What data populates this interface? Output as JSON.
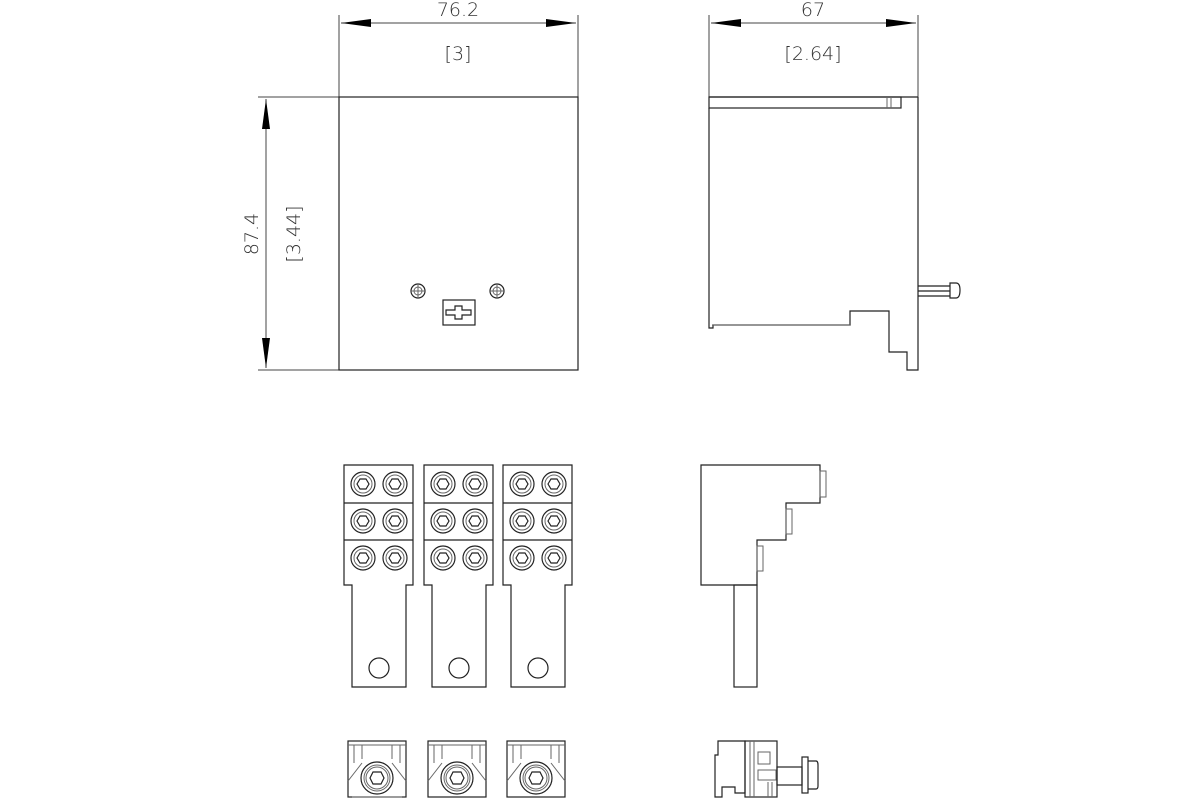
{
  "drawing": {
    "front_view": {
      "width_dim_mm": "76.2",
      "width_dim_in": "[3]",
      "height_dim_mm": "87.4",
      "height_dim_in": "[3.44]"
    },
    "side_view": {
      "depth_dim_mm": "67",
      "depth_dim_in": "[2.64]"
    },
    "lugs": {
      "count": 3,
      "screws_per_lug": 6
    },
    "colors": {
      "line": "#222222",
      "background": "#ffffff",
      "arrow": "#000000"
    }
  }
}
